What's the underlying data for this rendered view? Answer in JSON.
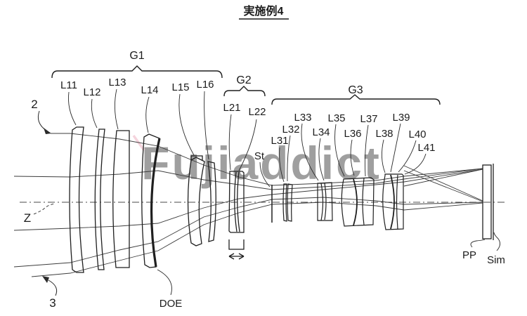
{
  "title": "実施例4",
  "watermark": "Fujiaddict",
  "diagram": {
    "group_labels": [
      "G1",
      "G2",
      "G3"
    ],
    "g1_lenses": [
      "L11",
      "L12",
      "L13",
      "L14",
      "L15",
      "L16"
    ],
    "g2_lenses": [
      "L21",
      "L22"
    ],
    "g3_lenses": [
      "L31",
      "L32",
      "L33",
      "L34",
      "L35",
      "L36",
      "L37",
      "L38",
      "L39",
      "L40",
      "L41"
    ],
    "stop_label": "St",
    "doe_label": "DOE",
    "axis_label": "Z",
    "top_ray_label": "2",
    "bottom_ray_label": "3",
    "plate_label": "PP",
    "image_plane_label": "Sim"
  },
  "colors": {
    "line": "#1f1f1f",
    "ray": "#3c3c3c",
    "watermark_green": "#9fd3a5",
    "watermark_pink": "#e89ab0"
  }
}
